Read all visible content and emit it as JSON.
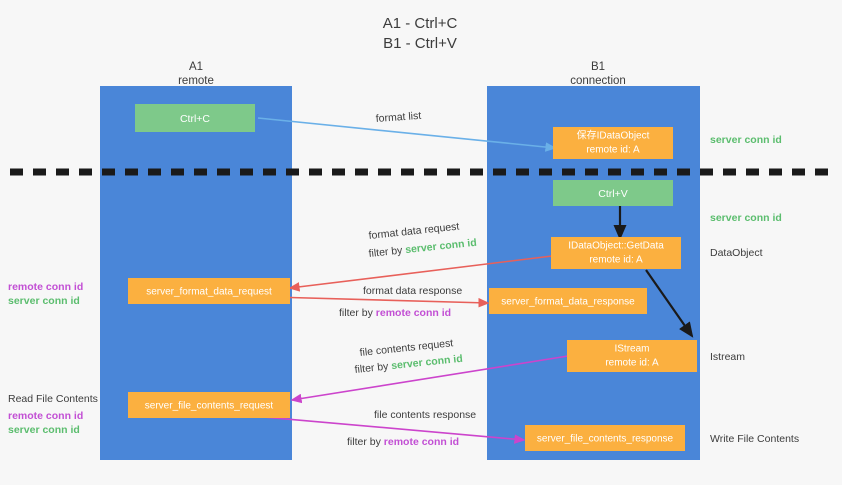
{
  "title": {
    "line1": "A1 - Ctrl+C",
    "line2": "B1 - Ctrl+V"
  },
  "columns": [
    {
      "name": "A1",
      "sub": "remote"
    },
    {
      "name": "B1",
      "sub": "connection"
    }
  ],
  "colors": {
    "lane": "#4a86d8",
    "box_orange": "#fbb040",
    "box_green": "#7ec98a",
    "server_conn": "#5bbd6e",
    "remote_conn": "#c24fd4",
    "arrow_blue": "#6ab0e8",
    "arrow_red": "#e8605a",
    "arrow_magenta": "#cc44cc",
    "arrow_black": "#1a1a1a",
    "background": "#f7f7f7",
    "text": "#3c3c3c"
  },
  "nodes": {
    "ctrl_c": "Ctrl+C",
    "ctrl_v": "Ctrl+V",
    "save_dataobject_l1": "保存IDataObject",
    "save_dataobject_l2": "remote id: A",
    "getdata_l1": "IDataObject::GetData",
    "getdata_l2": "remote id: A",
    "istream_l1": "IStream",
    "istream_l2": "remote id: A",
    "format_data_request": "server_format_data_request",
    "format_data_response": "server_format_data_response",
    "file_contents_request": "server_file_contents_request",
    "file_contents_response": "server_file_contents_response"
  },
  "edges": {
    "format_list": "format list",
    "format_data_request": "format data request",
    "format_data_request_filter_prefix": "filter by ",
    "format_data_request_filter_key": "server conn id",
    "format_data_response": "format data response",
    "format_data_response_filter_prefix": "filter by ",
    "format_data_response_filter_key": "remote conn id",
    "file_contents_request": "file contents request",
    "file_contents_request_filter_prefix": "filter by ",
    "file_contents_request_filter_key": "server conn id",
    "file_contents_response": "file contents response",
    "file_contents_response_filter_prefix": "filter by ",
    "file_contents_response_filter_key": "remote conn id"
  },
  "right_annotations": [
    {
      "text": "server conn id",
      "style": "green"
    },
    {
      "text": "server conn id",
      "style": "green"
    },
    {
      "text": "DataObject",
      "style": "plain"
    },
    {
      "text": "Istream",
      "style": "plain"
    },
    {
      "text": "Write File Contents",
      "style": "plain"
    }
  ],
  "left_annotations": [
    {
      "text": "remote conn id",
      "style": "purple"
    },
    {
      "text": "server conn id",
      "style": "green"
    },
    {
      "text": "Read File Contents",
      "style": "plain"
    },
    {
      "text": "remote conn id",
      "style": "purple"
    },
    {
      "text": "server conn id",
      "style": "green"
    }
  ]
}
